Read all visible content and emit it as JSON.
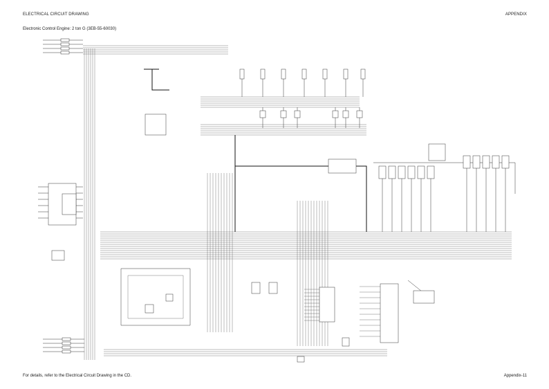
{
  "header": {
    "left": "ELECTRICAL CIRCUIT DRAWING",
    "right": "APPENDIX"
  },
  "subtitle": "Electronic Control Engine: 2 ton G (3EB-55-60030)",
  "footer": {
    "left": "For details, refer to the Electrical Circuit Drawing in the CD.",
    "right": "Appendix-11"
  }
}
